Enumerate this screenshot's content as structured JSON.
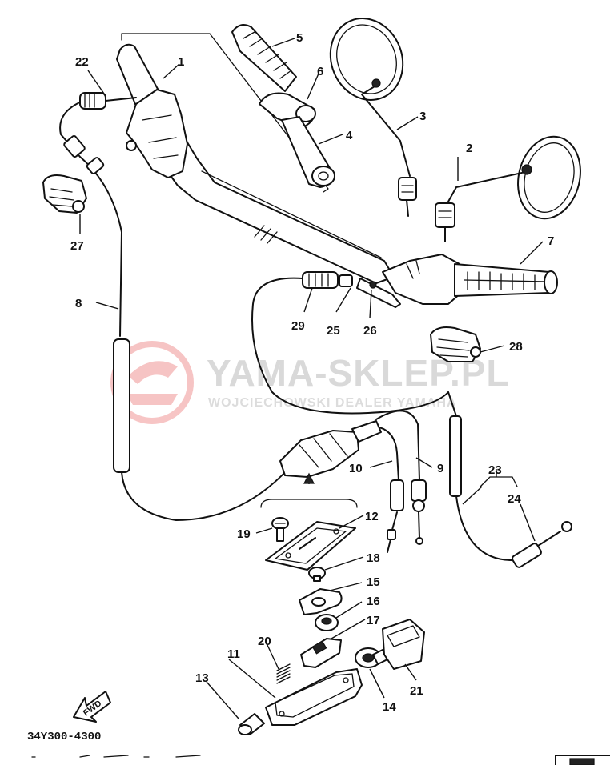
{
  "watermark": {
    "title": "YAMA-SKLEP.PL",
    "subtitle": "WOJCIECHOWSKI DEALER YAMAHA",
    "logo_color": "#e85a5a"
  },
  "diagram_code": "34Y300-4300",
  "fwd_label": "FWD",
  "callouts": {
    "c1": "1",
    "c2": "2",
    "c3": "3",
    "c4": "4",
    "c5": "5",
    "c6": "6",
    "c7": "7",
    "c8": "8",
    "c9": "9",
    "c10": "10",
    "c11": "11",
    "c12": "12",
    "c13": "13",
    "c14": "14",
    "c15": "15",
    "c16": "16",
    "c17": "17",
    "c18": "18",
    "c19": "19",
    "c20": "20",
    "c21": "21",
    "c22": "22",
    "c23": "23",
    "c24": "24",
    "c25": "25",
    "c26": "26",
    "c27": "27",
    "c28": "28",
    "c29": "29"
  }
}
